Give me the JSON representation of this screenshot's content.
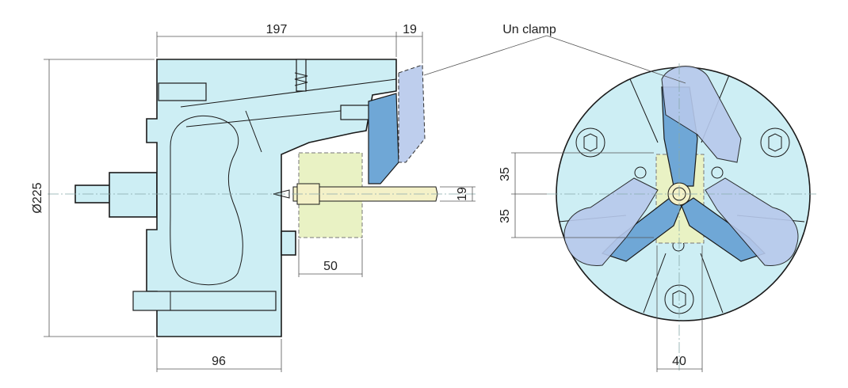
{
  "colors": {
    "body": "#cdeef4",
    "jaw_dark": "#6fa7d6",
    "jaw_light": "#b7c9ec",
    "workpiece": "#e9f2c4",
    "outline": "#1a1a1a"
  },
  "labels": {
    "callout": "Un clamp"
  },
  "dimensions": {
    "diameter": "Ø225",
    "top_length": "197",
    "top_offset": "19",
    "pin_height": "19",
    "work_length": "50",
    "base_length": "96",
    "upper_offset": "35",
    "lower_offset": "35",
    "jaw_width": "40"
  }
}
